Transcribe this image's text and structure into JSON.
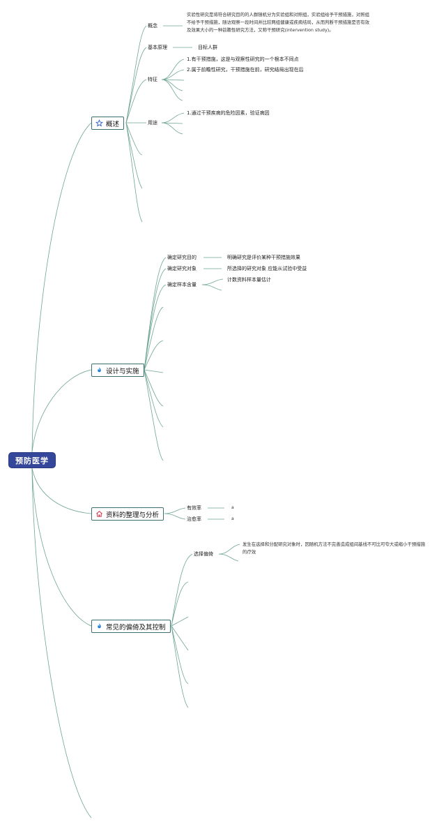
{
  "root": {
    "label": "预防医学"
  },
  "branches": {
    "overview": {
      "label": "概述",
      "concept": {
        "label": "概念",
        "text": "实验性研究是将符合研究目的的人群随机分为实验组和对照组，实验组给予干预措施，对照组不给予干预措施，随访观察一段时间并比较两组健康或疾病结局，从而判断干预措施是否有效及效果大小的一种前瞻性研究方法，又称干预研究(intervention study)。"
      },
      "principle": {
        "label": "基本原理",
        "value": "目标人群"
      },
      "feature": {
        "label": "特征",
        "items": [
          "1.有干预措施，这是与观察性研究的一个根本不同点",
          "2.属于前瞻性研究，干预措施在前，研究结局出现在后"
        ]
      },
      "usage": {
        "label": "用途",
        "items": [
          "1.通过干预疾病的危险因素，验证病因"
        ]
      }
    },
    "design": {
      "label": "设计与实施",
      "items": [
        {
          "label": "确定研究目的",
          "value": "明确研究是评价某种干预措施效果"
        },
        {
          "label": "确定研究对象",
          "value": "所选择的研究对象 应能从试验中受益"
        },
        {
          "label": "确定样本含量",
          "value": "计数资料样本量估计"
        }
      ]
    },
    "analysis": {
      "label": "资料的整理与分析",
      "items": [
        {
          "label": "有效率",
          "value": "a"
        },
        {
          "label": "治愈率",
          "value": "a"
        }
      ]
    },
    "bias": {
      "label": "常见的偏倚及其控制",
      "selection": {
        "label": "选择偏倚",
        "text": "发生在选择和分配研究对象时，因随机方法不完善造成组间基线不可比可夸大或缩小干预措施的疗效"
      }
    }
  },
  "colors": {
    "line": "#6ea593",
    "root_bg": "#35479a",
    "border": "#3d6e70",
    "star": "#2b5fc7",
    "flame": "#1d7fd6",
    "home": "#d0344a"
  }
}
